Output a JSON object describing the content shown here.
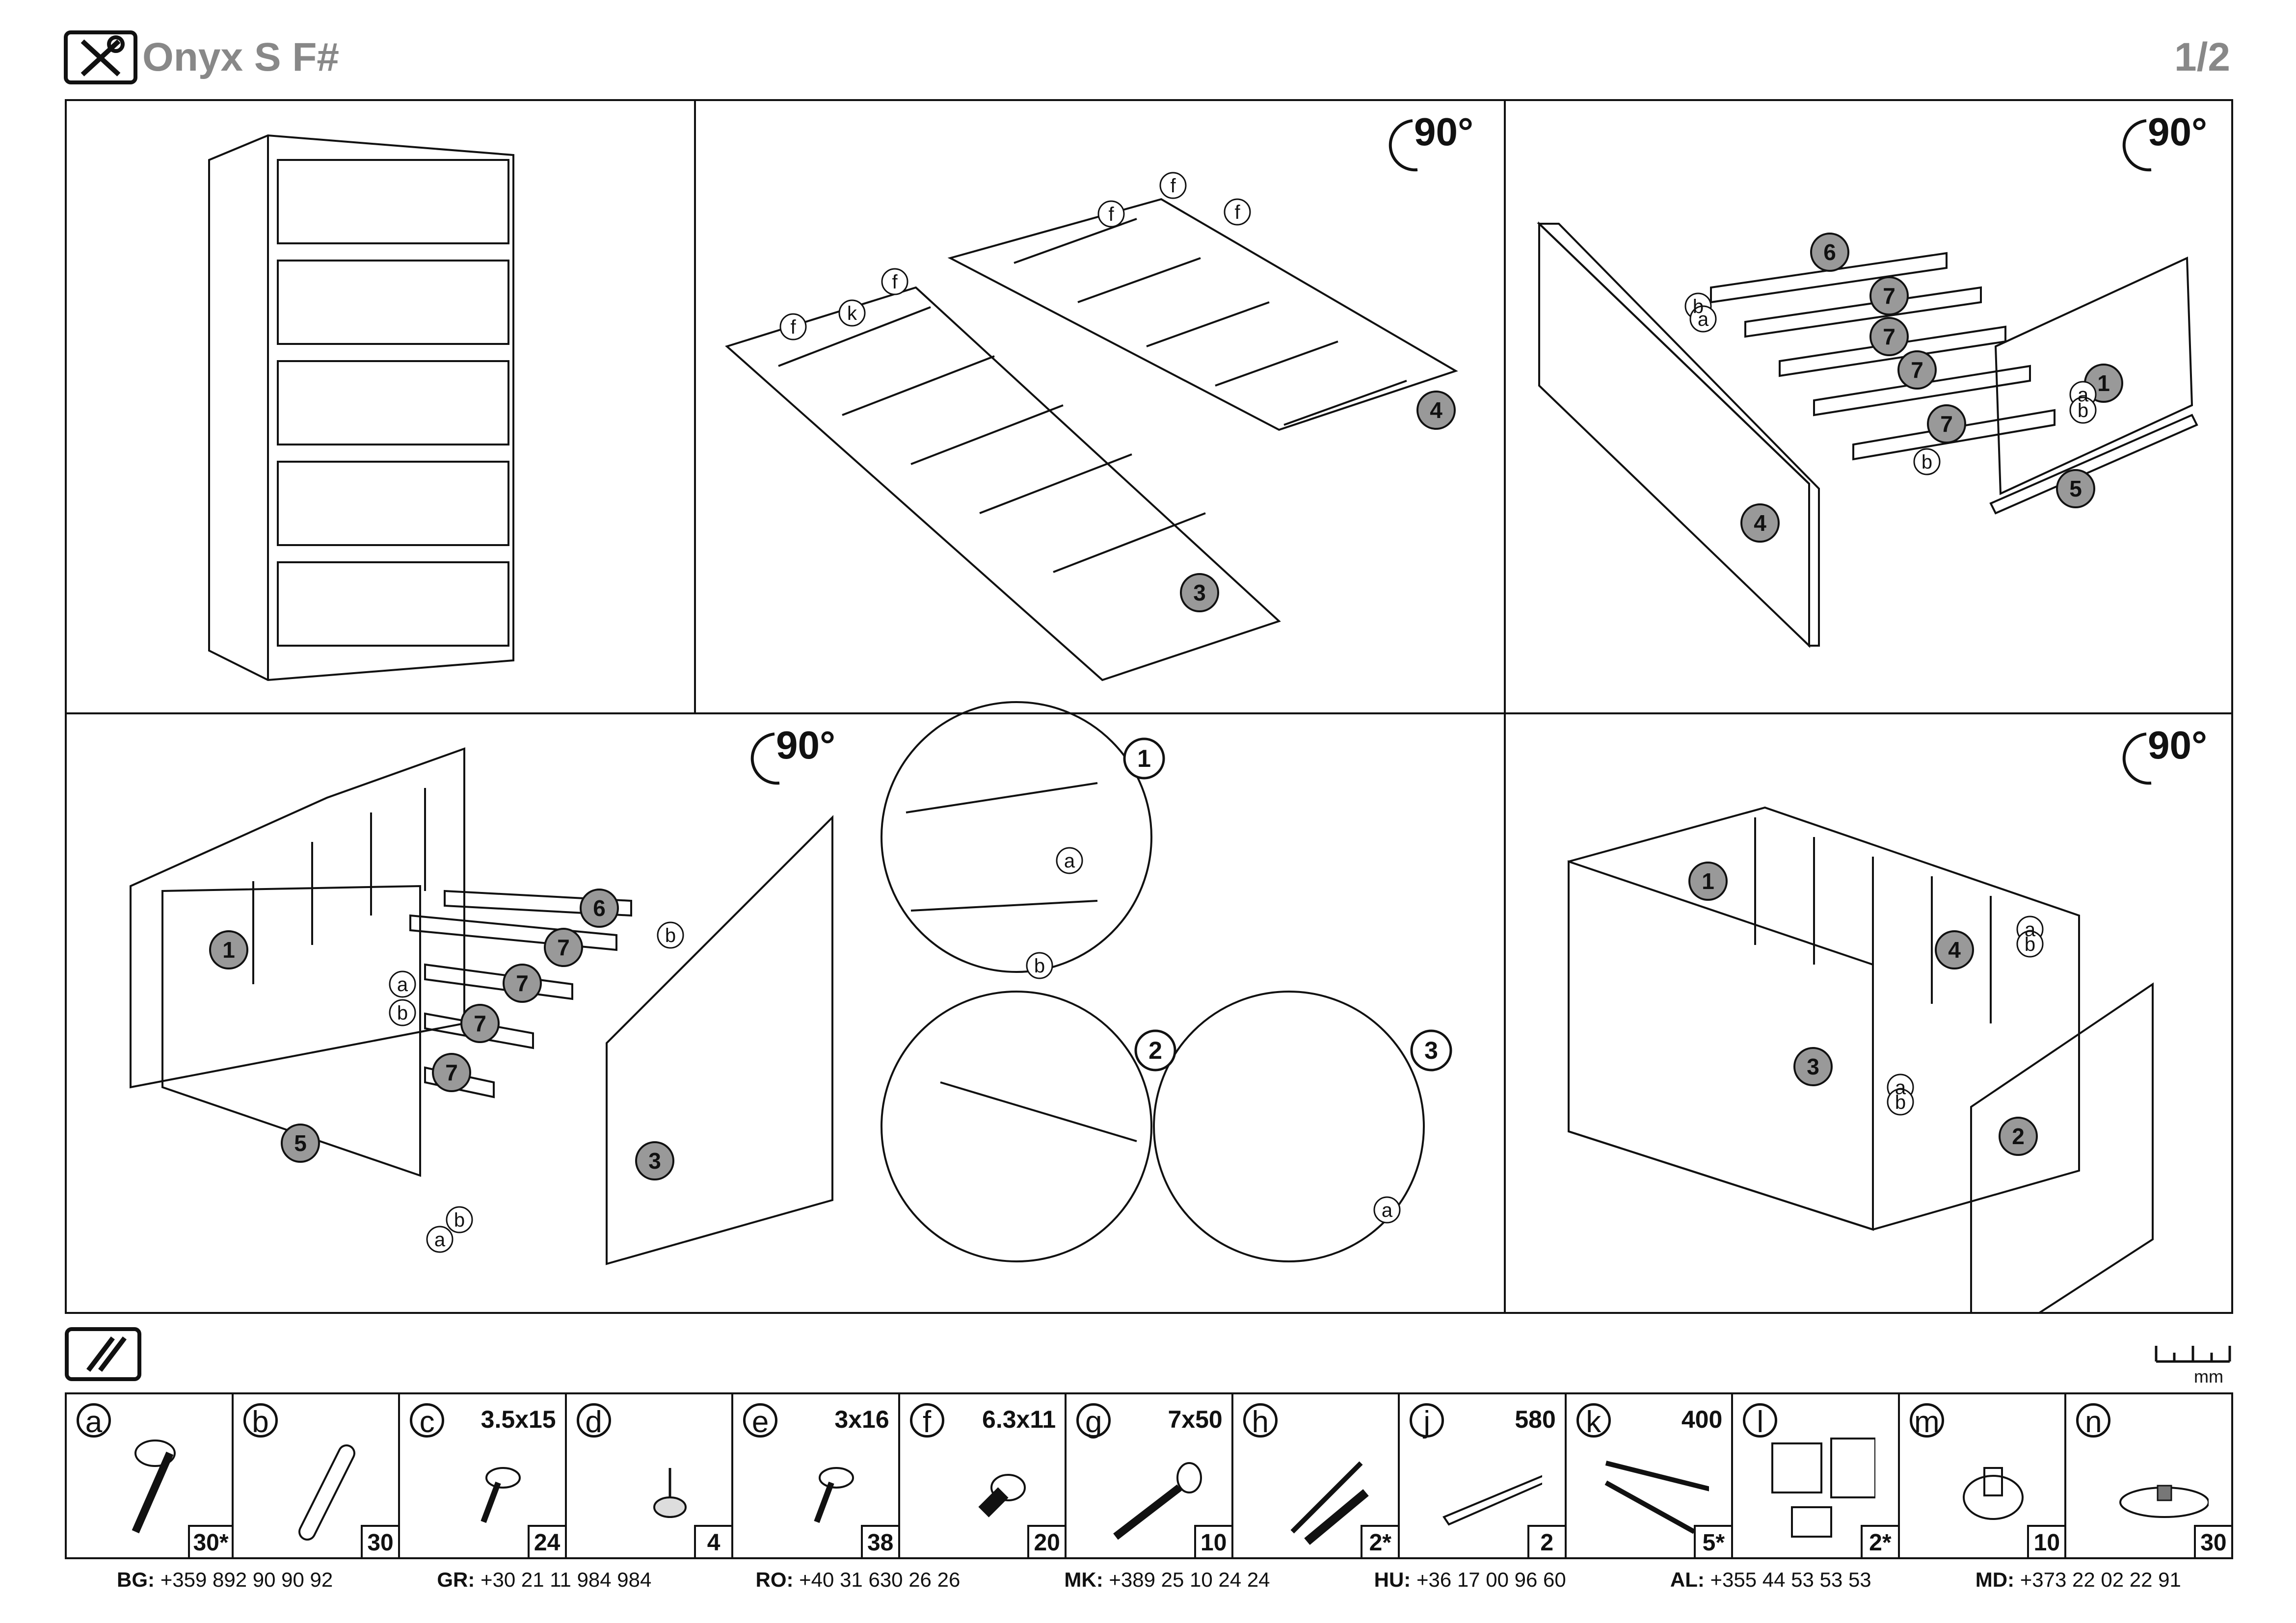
{
  "header": {
    "title": "Onyx S F#",
    "page": "1/2"
  },
  "steps": {
    "rotation_label": "90°",
    "labels": {
      "part1": "1",
      "part2": "2",
      "part3": "3",
      "part4": "4",
      "part5": "5",
      "part6": "6",
      "part7": "7",
      "a": "a",
      "b": "b",
      "f": "f",
      "k": "k"
    },
    "detail_steps": [
      "1",
      "2",
      "3"
    ]
  },
  "ruler_unit": "mm",
  "parts": [
    {
      "letter": "a",
      "size": "",
      "qty": "30*",
      "icon": "cam-lock-bolt-icon"
    },
    {
      "letter": "b",
      "size": "",
      "qty": "30",
      "icon": "wooden-dowel-icon"
    },
    {
      "letter": "c",
      "size": "3.5x15",
      "qty": "24",
      "icon": "screw-icon"
    },
    {
      "letter": "d",
      "size": "",
      "qty": "4",
      "icon": "glide-nail-icon"
    },
    {
      "letter": "e",
      "size": "3x16",
      "qty": "38",
      "icon": "screw-icon"
    },
    {
      "letter": "f",
      "size": "6.3x11",
      "qty": "20",
      "icon": "euro-screw-icon"
    },
    {
      "letter": "g",
      "size": "7x50",
      "qty": "10",
      "icon": "confirmat-screw-icon"
    },
    {
      "letter": "h",
      "size": "",
      "qty": "2*",
      "icon": "wall-anchor-screw-icon"
    },
    {
      "letter": "j",
      "size": "580",
      "qty": "2",
      "icon": "profile-rail-icon"
    },
    {
      "letter": "k",
      "size": "400",
      "qty": "5*",
      "icon": "drawer-runner-icon"
    },
    {
      "letter": "l",
      "size": "",
      "qty": "2*",
      "icon": "wall-bracket-icon"
    },
    {
      "letter": "m",
      "size": "",
      "qty": "10",
      "icon": "plastic-foot-icon"
    },
    {
      "letter": "n",
      "size": "",
      "qty": "30",
      "icon": "cover-cap-icon"
    }
  ],
  "phones": [
    {
      "code": "BG:",
      "number": "+359 892 90 90 92"
    },
    {
      "code": "GR:",
      "number": "+30 21 11 984 984"
    },
    {
      "code": "RO:",
      "number": "+40 31 630 26 26"
    },
    {
      "code": "MK:",
      "number": "+389 25 10 24 24"
    },
    {
      "code": "HU:",
      "number": "+36 17 00 96 60"
    },
    {
      "code": "AL:",
      "number": "+355 44 53 53 53"
    },
    {
      "code": "MD:",
      "number": "+373 22 02 22 91"
    }
  ]
}
